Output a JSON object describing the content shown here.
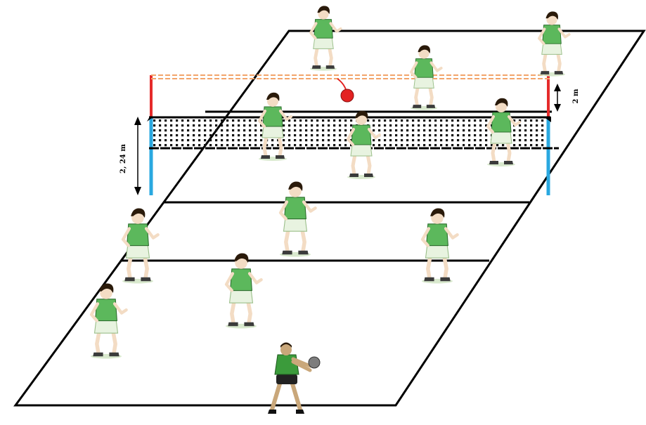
{
  "diagram": {
    "height_label_net": "2, 24 m",
    "height_label_cord": "2 m"
  },
  "colors": {
    "court_line": "#000000",
    "net_post_lower": "#29a8e0",
    "net_post_upper": "#e52b2b",
    "cord": "#f2a46a",
    "ball_red": "#e32222",
    "player_jersey": "#5cb85c",
    "player_shorts": "#e8f3e0",
    "server_jersey": "#3b9b3b",
    "server_shorts": "#222222",
    "ball_grey": "#7d7d7d"
  },
  "players": [
    {
      "role": "far-back-left"
    },
    {
      "role": "far-back-middle"
    },
    {
      "role": "far-back-right"
    },
    {
      "role": "far-front-left"
    },
    {
      "role": "far-front-middle"
    },
    {
      "role": "far-front-right"
    },
    {
      "role": "near-front-middle"
    },
    {
      "role": "near-mid-left"
    },
    {
      "role": "near-mid-right"
    },
    {
      "role": "near-back-middle"
    },
    {
      "role": "near-back-left"
    }
  ]
}
